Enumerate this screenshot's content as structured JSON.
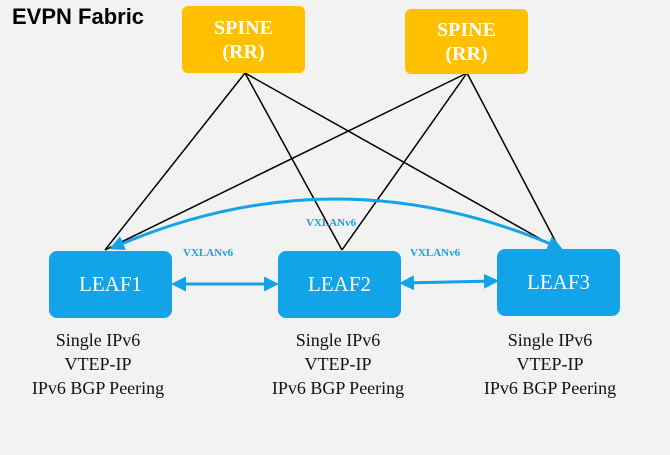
{
  "title": "EVPN Fabric",
  "spines": [
    {
      "line1": "SPINE",
      "line2": "(RR)"
    },
    {
      "line1": "SPINE",
      "line2": "(RR)"
    }
  ],
  "leaves": [
    {
      "label": "LEAF1",
      "caption": [
        "Single IPv6",
        "VTEP-IP",
        "IPv6 BGP Peering"
      ]
    },
    {
      "label": "LEAF2",
      "caption": [
        "Single IPv6",
        "VTEP-IP",
        "IPv6 BGP Peering"
      ]
    },
    {
      "label": "LEAF3",
      "caption": [
        "Single IPv6",
        "VTEP-IP",
        "IPv6 BGP Peering"
      ]
    }
  ],
  "links": {
    "leaf1_leaf2": "VXLANv6",
    "leaf2_leaf3": "VXLANv6",
    "leaf1_leaf3": "VXLANv6"
  },
  "colors": {
    "spine": "#ffc000",
    "leaf": "#13a3e8",
    "vxlan": "#13a3e8",
    "uplink": "#000000"
  }
}
